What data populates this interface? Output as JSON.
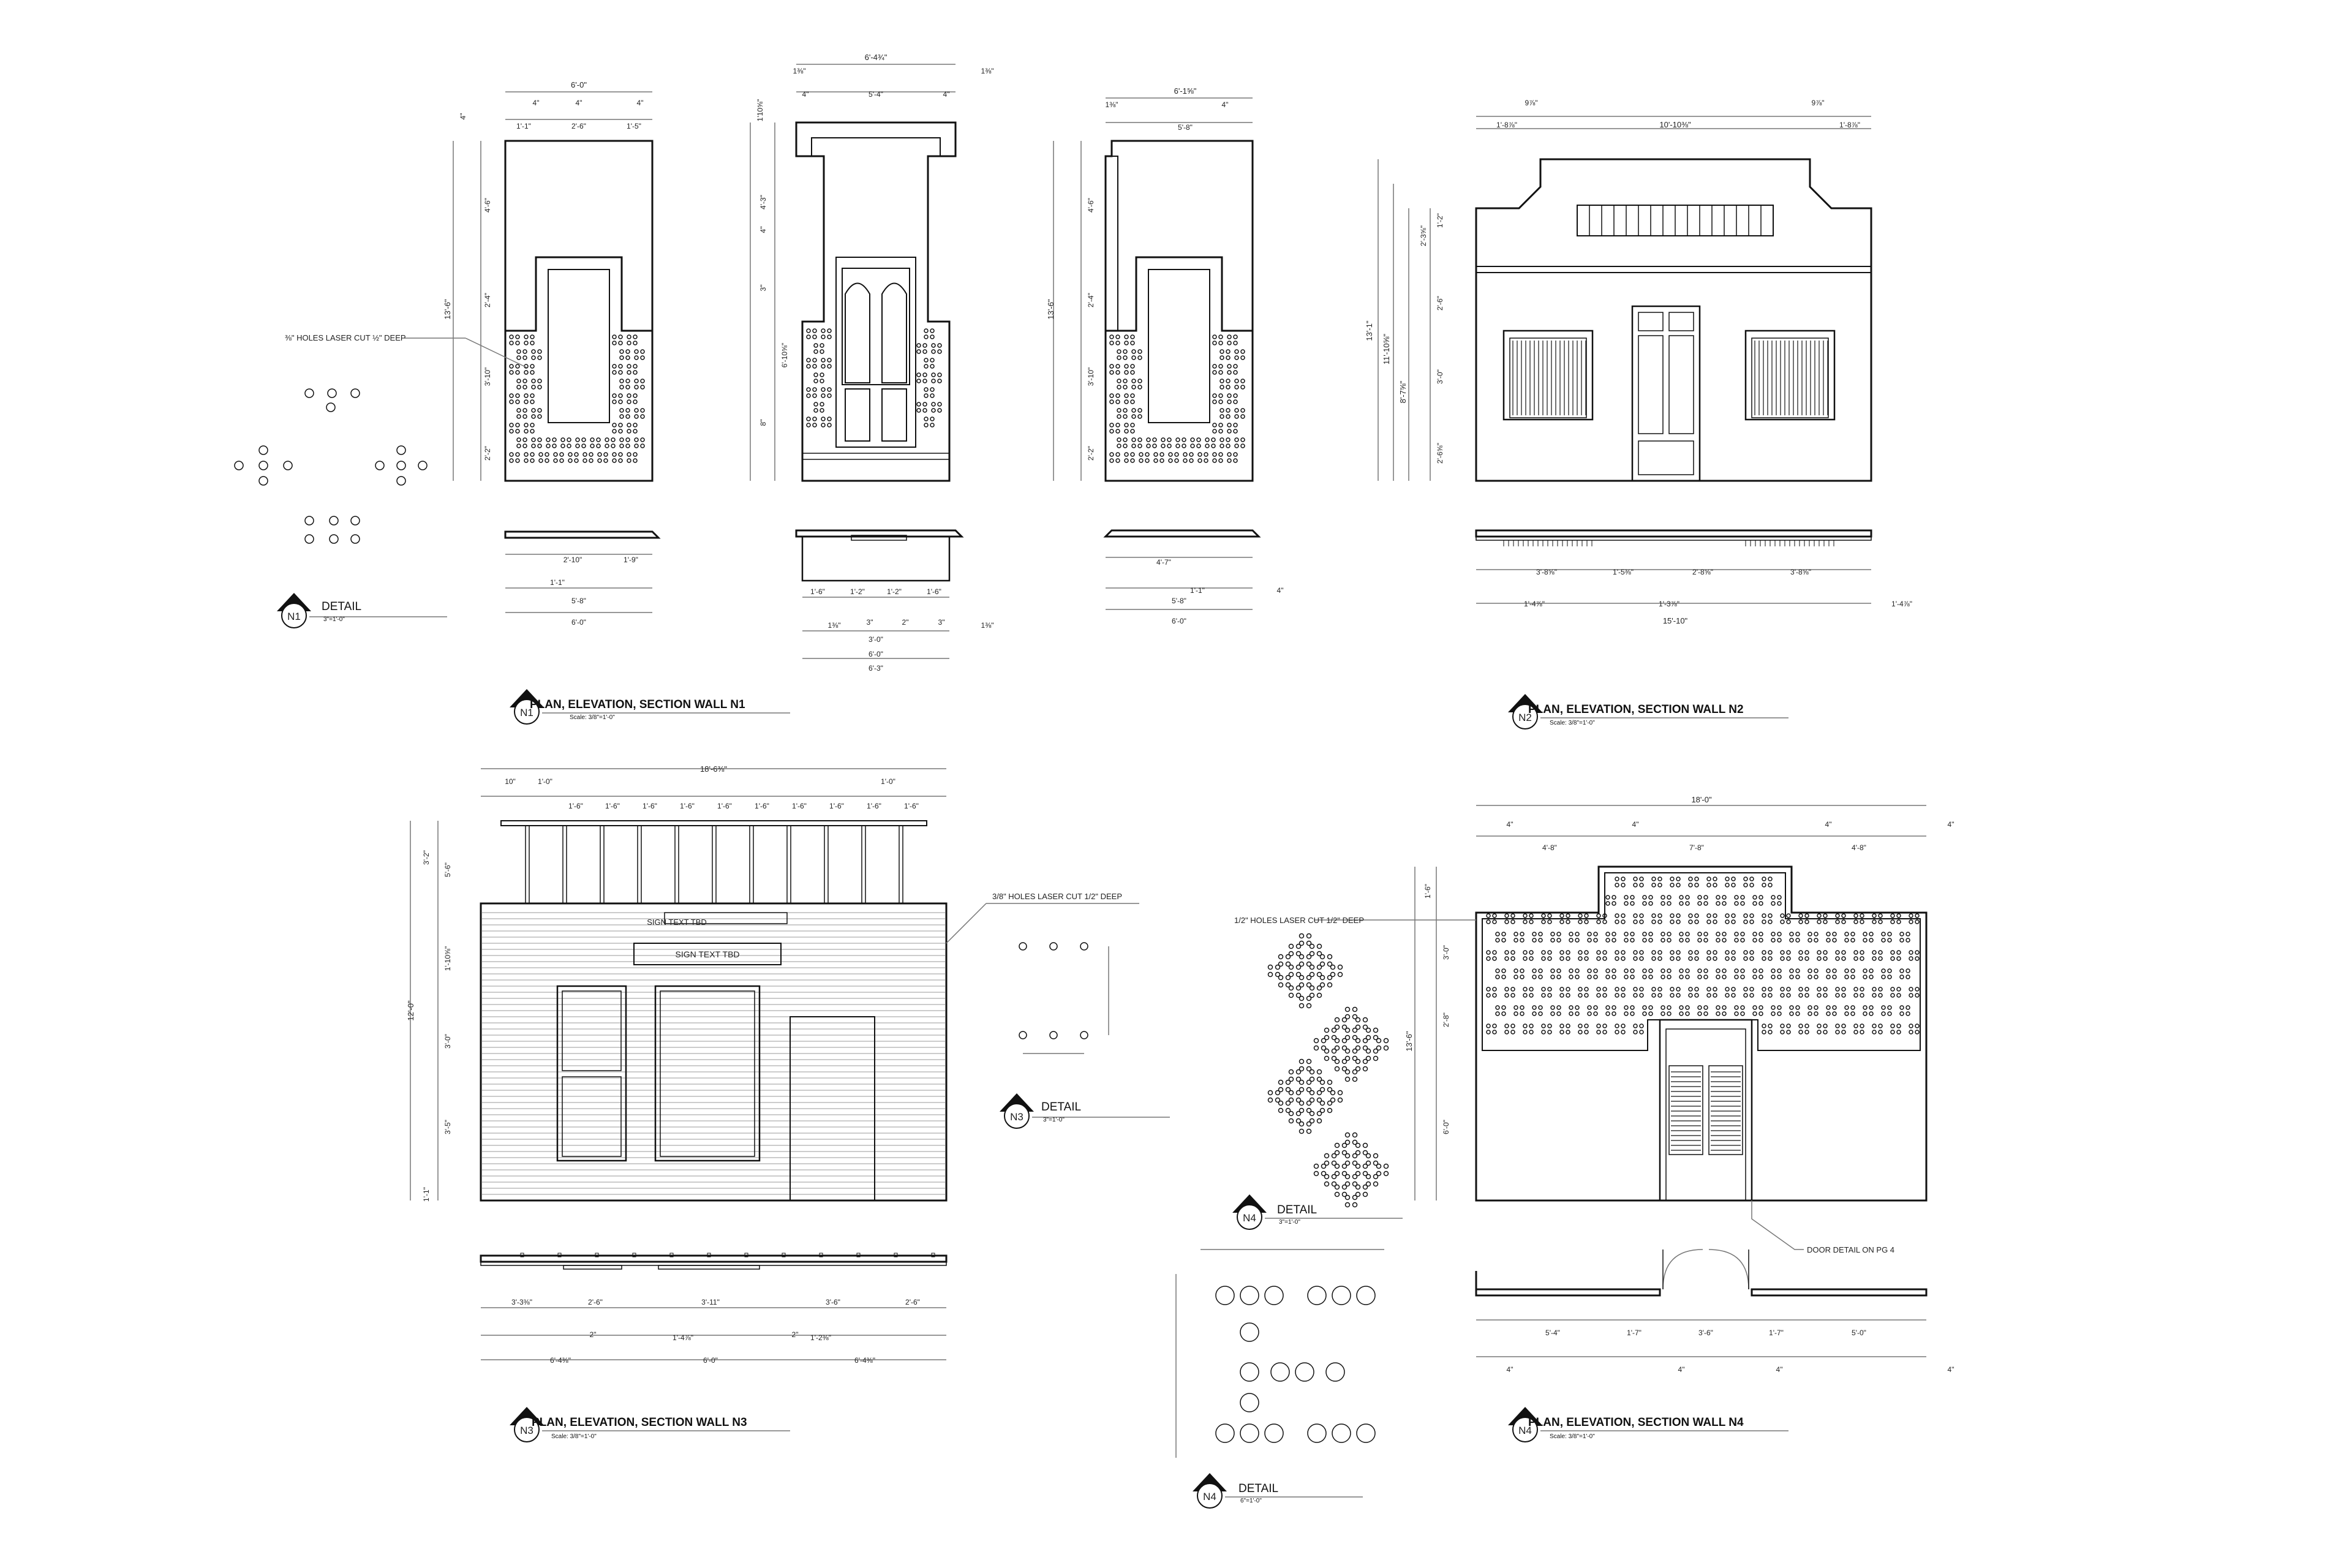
{
  "sheet": {
    "titles": {
      "n1": {
        "tag": "N1",
        "title": "PLAN, ELEVATION, SECTION WALL N1",
        "scale": "Scale: 3/8\"=1'-0\""
      },
      "n2": {
        "tag": "N2",
        "title": "PLAN, ELEVATION, SECTION WALL N2",
        "scale": "Scale: 3/8\"=1'-0\""
      },
      "n3": {
        "tag": "N3",
        "title": "PLAN, ELEVATION, SECTION WALL N3",
        "scale": "Scale: 3/8\"=1'-0\""
      },
      "n4": {
        "tag": "N4",
        "title": "PLAN, ELEVATION, SECTION WALL N4",
        "scale": "Scale: 3/8\"=1'-0\""
      }
    },
    "details": {
      "n1": {
        "tag": "N1",
        "title": "DETAIL",
        "scale": "3\"=1'-0\""
      },
      "n3": {
        "tag": "N3",
        "title": "DETAIL",
        "scale": "3\"=1'-0\""
      },
      "n4a": {
        "tag": "N4",
        "title": "DETAIL",
        "scale": "3\"=1'-0\""
      },
      "n4b": {
        "tag": "N4",
        "title": "DETAIL",
        "scale": "6\"=1'-0\""
      }
    },
    "notes": {
      "n1_holes": "⅜\" HOLES LASER CUT ½\" DEEP",
      "n3_holes": "3/8\" HOLES LASER CUT 1/2\" DEEP",
      "n4_holes": "1/2\" HOLES LASER CUT 1/2\" DEEP",
      "n4_door": "DOOR DETAIL ON PG 4",
      "sign_top": "SIGN TEXT TBD",
      "sign_main": "SIGN TEXT TBD"
    },
    "dims": {
      "n1a_top": [
        "6'-0\"",
        "4\"",
        "4\"",
        "4\"",
        "1'-1\"",
        "2'-6\"",
        "1'-5\""
      ],
      "n1a_left": [
        "4'-6\"",
        "2'-4\"",
        "3'-10\"",
        "2'-2\"",
        "13'-6\"",
        "4\""
      ],
      "n1a_bot": [
        "2'-10\"",
        "1'-9\"",
        "1'-1\"",
        "5'-8\"",
        "6'-0\""
      ],
      "n1b_top": [
        "6'-4¾\"",
        "1⅜\"",
        "1⅜\"",
        "4\"",
        "5'-4\"",
        "4\""
      ],
      "n1b_left": [
        "4'-3\"",
        "6'-10⅝\"",
        "1'10⅝\"",
        "4\"",
        "3\"",
        "8\""
      ],
      "n1b_bot": [
        "1'-6\"",
        "1'-2\"",
        "1'-2\"",
        "1'-6\"",
        "1⅜\"",
        "3\"",
        "2\"",
        "3\"",
        "1⅜\"",
        "3'-0\"",
        "6'-0\"",
        "6'-3\""
      ],
      "n1c_top": [
        "6'-1⅝\"",
        "1⅜\"",
        "4\"",
        "5'-8\""
      ],
      "n1c_left": [
        "4'-6\"",
        "2'-4\"",
        "3'-10\"",
        "2'-2\"",
        "13'-6\""
      ],
      "n1c_bot": [
        "4'-7\"",
        "1'-1\"",
        "5'-8\"",
        "6'-0\"",
        "4\""
      ],
      "n2_top": [
        "10'-10⅜\"",
        "1'-8⅞\"",
        "1'-8⅞\"",
        "9⅞\"",
        "9⅞\""
      ],
      "n2_left": [
        "13'-1\"",
        "11'-10⅝\"",
        "8'-7⅝\"",
        "2'-3⅝\"",
        "1'-2\"",
        "2'-6\"",
        "3'-0\"",
        "2'-6⅝\""
      ],
      "n2_bot": [
        "3'-8⅝\"",
        "1'-5⅜\"",
        "2'-8⅝\"",
        "3'-8⅝\"",
        "1'-4⅞\"",
        "1'-3⅞\"",
        "1'-4⅞\"",
        "15'-10\""
      ],
      "n3_top": [
        "18'-6⅜\"",
        "10\"",
        "1'-0\"",
        "1'-6\"",
        "1'-6\"",
        "1'-6\"",
        "1'-6\"",
        "1'-6\"",
        "1'-6\"",
        "1'-6\"",
        "1'-6\"",
        "1'-6\"",
        "1'-6\"",
        "1'-0\""
      ],
      "n3_left": [
        "12'-0\"",
        "3'-2\"",
        "5'-6\"",
        "1'-10⅝\"",
        "3'-0\"",
        "3'-5\"",
        "1'-1\""
      ],
      "n3_bot": [
        "3'-3⅜\"",
        "2'-6\"",
        "3'-11\"",
        "3'-6\"",
        "2'-6\"",
        "2\"",
        "1'-4⅞\"",
        "2\"",
        "1'-2⅜\"",
        "6'-4⅜\"",
        "6'-0\"",
        "6'-4⅜\""
      ],
      "n4_top": [
        "18'-0\"",
        "4\"",
        "4\"",
        "4\"",
        "4\"",
        "4'-8\"",
        "7'-8\"",
        "4'-8\""
      ],
      "n4_left": [
        "13'-6\"",
        "1'-6\"",
        "3'-0\"",
        "2'-8\"",
        "6'-0\""
      ],
      "n4_bot": [
        "5'-4\"",
        "1'-7\"",
        "3'-6\"",
        "1'-7\"",
        "5'-0\"",
        "4\"",
        "4\"",
        "4\"",
        "4\""
      ]
    }
  }
}
